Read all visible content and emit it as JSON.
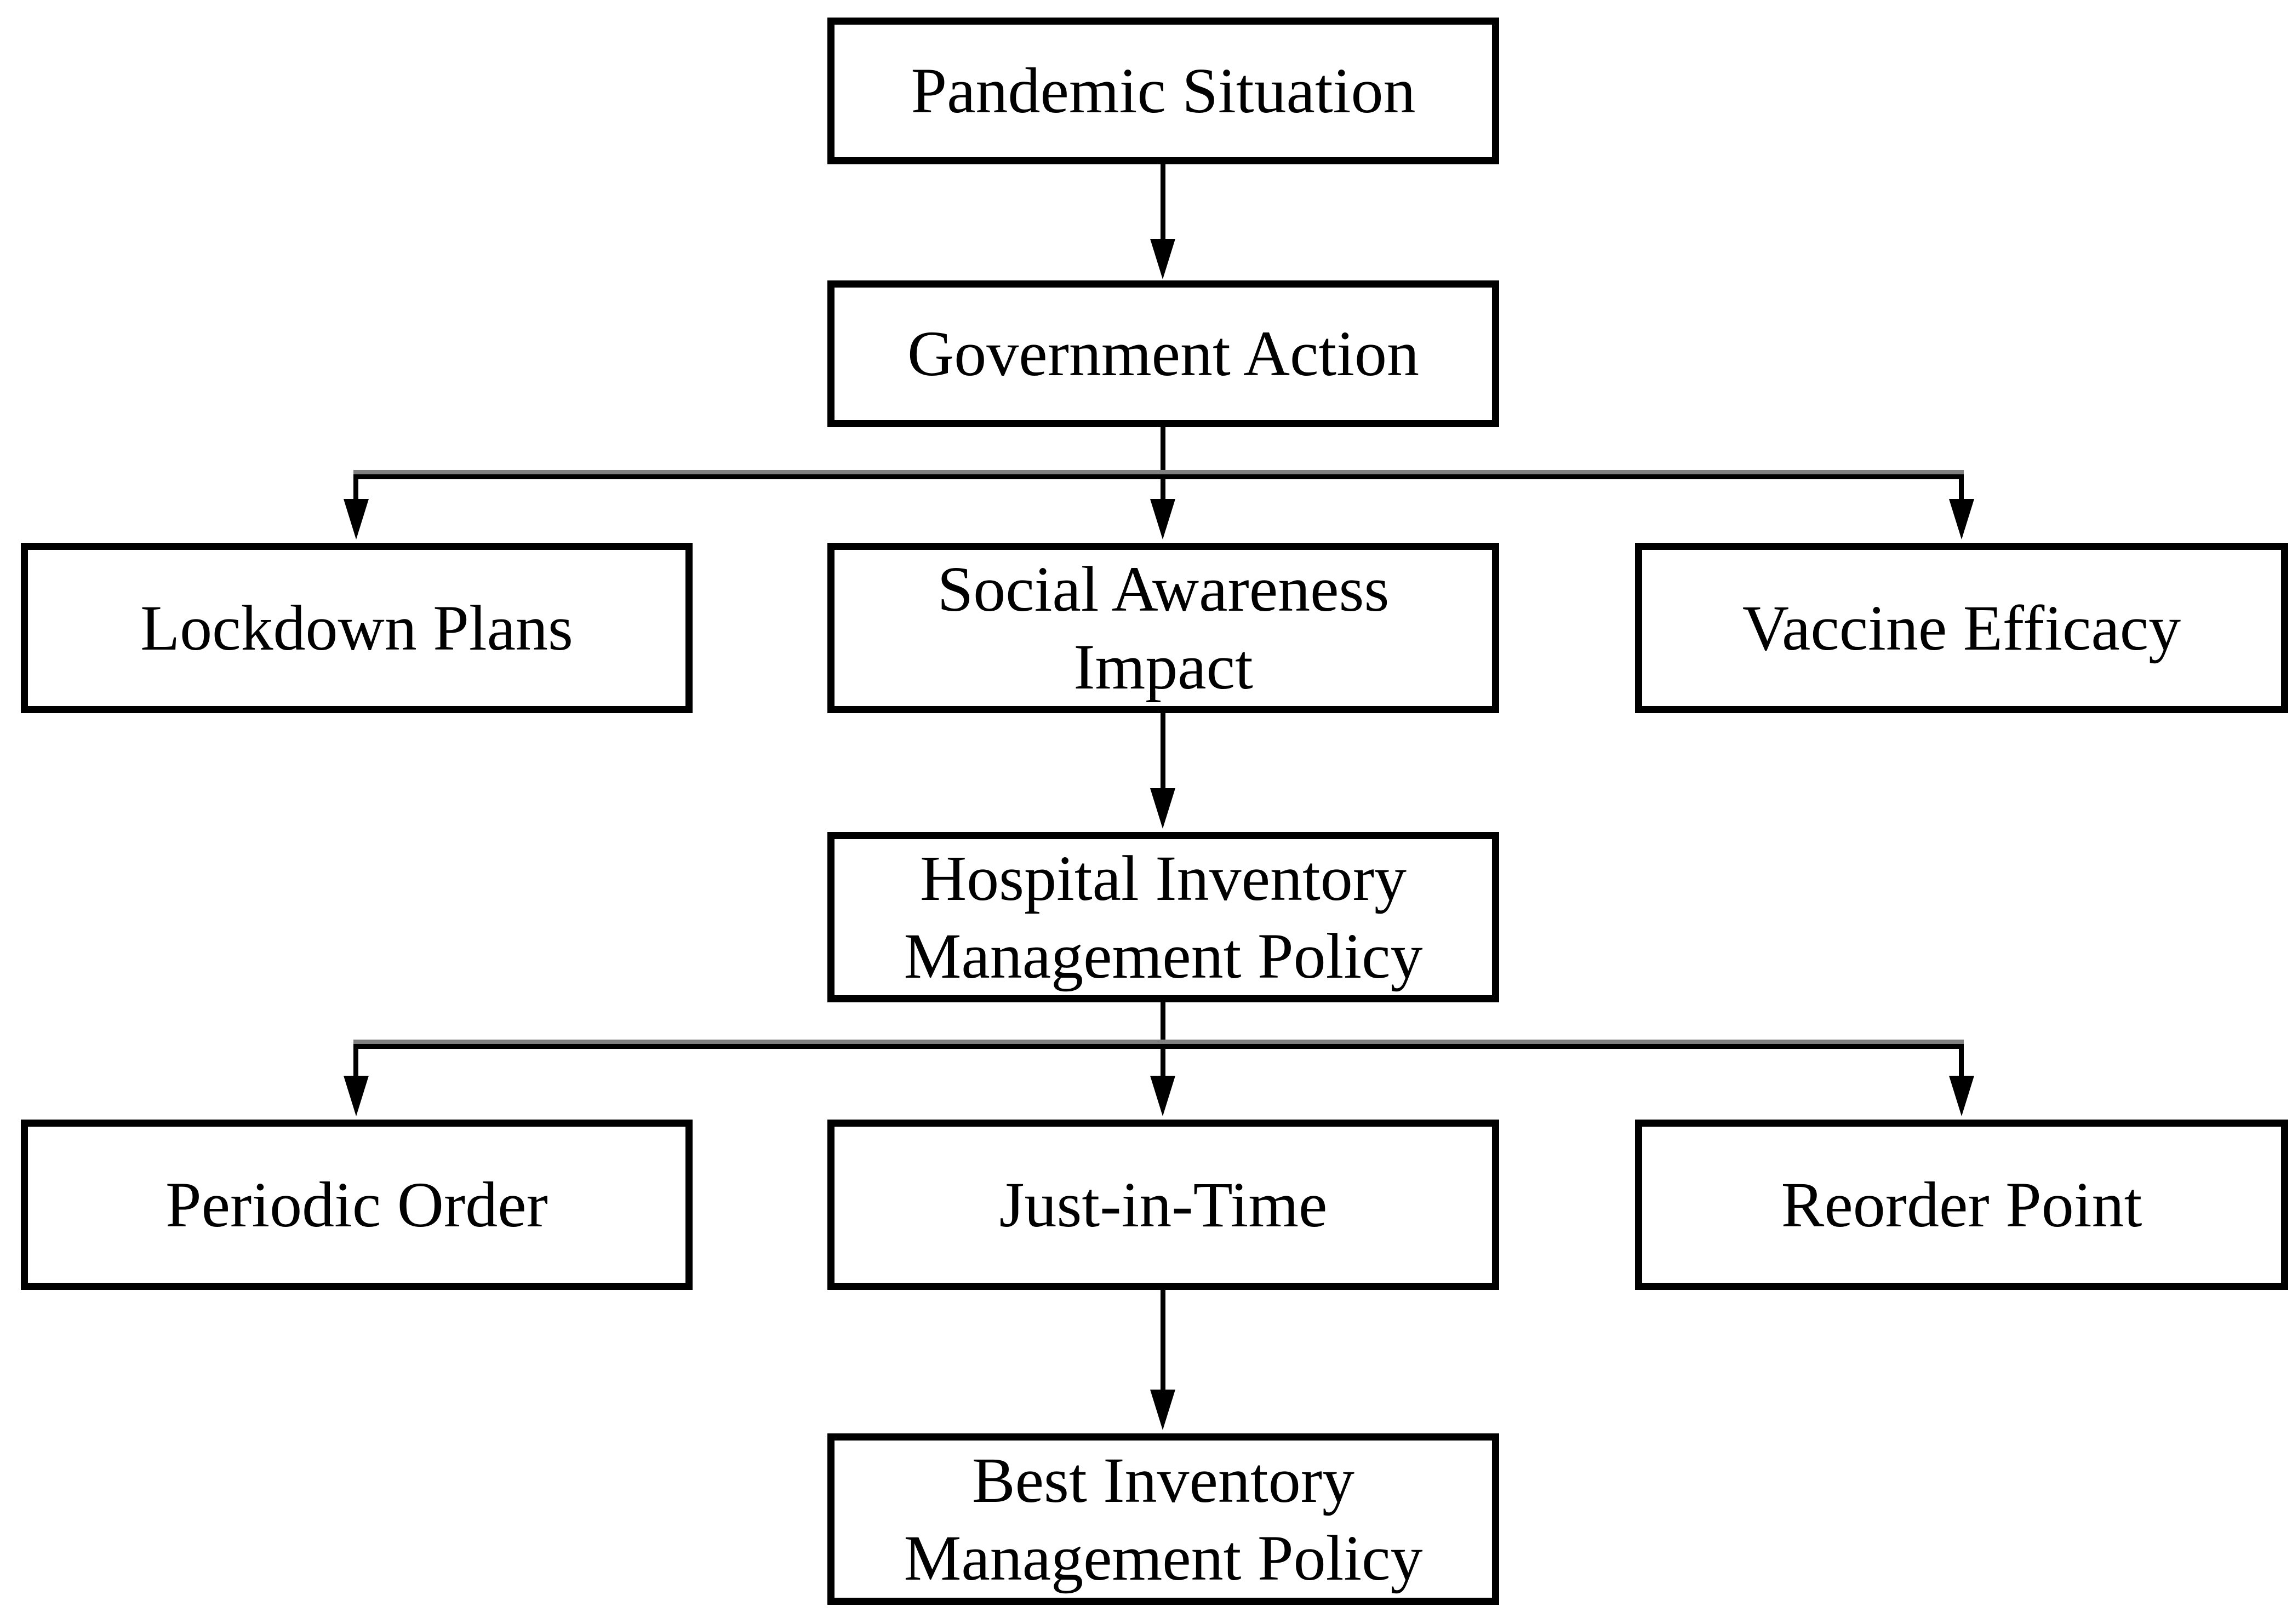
{
  "diagram": {
    "type": "flowchart",
    "background": "#ffffff",
    "colors": {
      "box_border": "#000000",
      "box_fill": "#ffffff",
      "text": "#000000",
      "connector_line": "#000000",
      "connector_shadow": "#808080"
    },
    "nodes": [
      {
        "id": "pandemic",
        "label": "Pandemic Situation"
      },
      {
        "id": "government",
        "label": "Government Action"
      },
      {
        "id": "lockdown",
        "label": "Lockdown Plans"
      },
      {
        "id": "social",
        "label": "Social Awareness Impact"
      },
      {
        "id": "vaccine",
        "label": "Vaccine Efficacy"
      },
      {
        "id": "hospital",
        "label": "Hospital Inventory Management Policy"
      },
      {
        "id": "periodic",
        "label": "Periodic Order"
      },
      {
        "id": "jit",
        "label": "Just-in-Time"
      },
      {
        "id": "reorder",
        "label": "Reorder Point"
      },
      {
        "id": "best",
        "label": "Best Inventory Management Policy"
      }
    ],
    "edges": [
      {
        "from": "pandemic",
        "to": "government"
      },
      {
        "from": "government",
        "to": "lockdown"
      },
      {
        "from": "government",
        "to": "social"
      },
      {
        "from": "government",
        "to": "vaccine"
      },
      {
        "from": "social",
        "to": "hospital"
      },
      {
        "from": "hospital",
        "to": "periodic"
      },
      {
        "from": "hospital",
        "to": "jit"
      },
      {
        "from": "hospital",
        "to": "reorder"
      },
      {
        "from": "jit",
        "to": "best"
      }
    ]
  }
}
